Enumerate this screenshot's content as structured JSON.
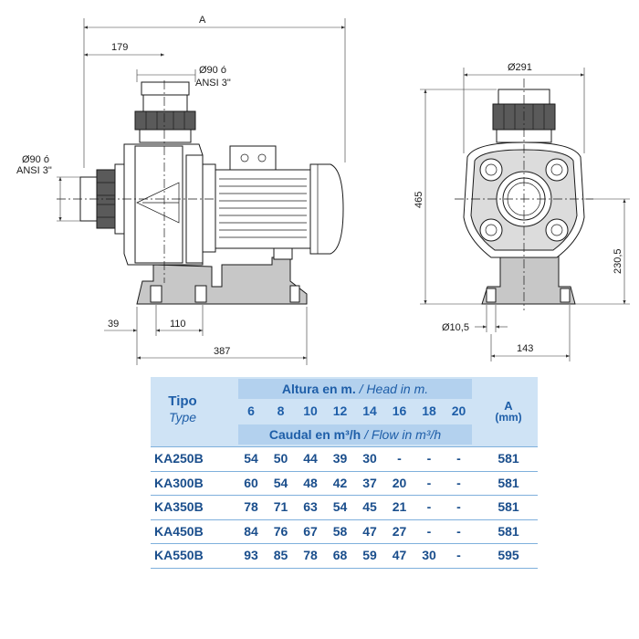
{
  "dimensions": {
    "overall_length_label": "A",
    "inlet_offset": "179",
    "top_port_line1": "Ø90 ó",
    "top_port_line2": "ANSI 3\"",
    "side_port_line1": "Ø90 ó",
    "side_port_line2": "ANSI 3\"",
    "base_offset": "39",
    "base_hole_spacing": "110",
    "base_length": "387",
    "front_width": "Ø291",
    "total_height": "465",
    "axis_height": "230,5",
    "hole_diameter": "Ø10,5",
    "front_base_width": "143"
  },
  "table": {
    "type_label_es": "Tipo",
    "type_label_en": "Type",
    "head_label_es": "Altura en m.",
    "head_label_en": "/ Head in m.",
    "flow_label_es": "Caudal en m³/h",
    "flow_label_en": "/ Flow in m³/h",
    "a_label": "A",
    "a_unit": "(mm)",
    "heights": [
      "6",
      "8",
      "10",
      "12",
      "14",
      "16",
      "18",
      "20"
    ],
    "rows": [
      {
        "model": "KA250B",
        "flows": [
          "54",
          "50",
          "44",
          "39",
          "30",
          "-",
          "-",
          "-"
        ],
        "a": "581"
      },
      {
        "model": "KA300B",
        "flows": [
          "60",
          "54",
          "48",
          "42",
          "37",
          "20",
          "-",
          "-"
        ],
        "a": "581"
      },
      {
        "model": "KA350B",
        "flows": [
          "78",
          "71",
          "63",
          "54",
          "45",
          "21",
          "-",
          "-"
        ],
        "a": "581"
      },
      {
        "model": "KA450B",
        "flows": [
          "84",
          "76",
          "67",
          "58",
          "47",
          "27",
          "-",
          "-"
        ],
        "a": "581"
      },
      {
        "model": "KA550B",
        "flows": [
          "93",
          "85",
          "78",
          "68",
          "59",
          "47",
          "30",
          "-"
        ],
        "a": "595"
      }
    ]
  }
}
